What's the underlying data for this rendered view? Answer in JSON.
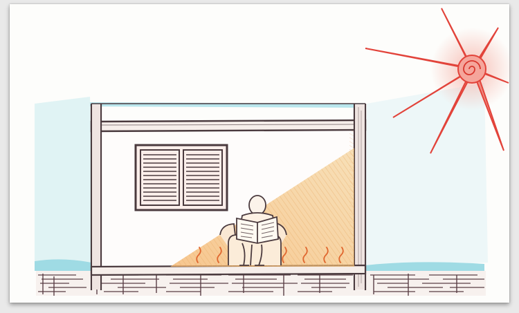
{
  "scene": {
    "kind": "hand-drawn passive solar heating sketch",
    "elements": [
      "sun-icon",
      "house-section",
      "window",
      "seated-person-reading",
      "sunlight-beam",
      "heat-waves",
      "ground-soil"
    ],
    "colors": {
      "sun": "#e2433a",
      "sun_glow": "#f3b0a8",
      "wall_outline": "#4a3a3e",
      "brick": "#5a3f45",
      "sky_wash": "#bfe7ee",
      "light_beam": "#f2c880",
      "heat_wave": "#e0662e",
      "soil": "#6b4e52"
    }
  }
}
